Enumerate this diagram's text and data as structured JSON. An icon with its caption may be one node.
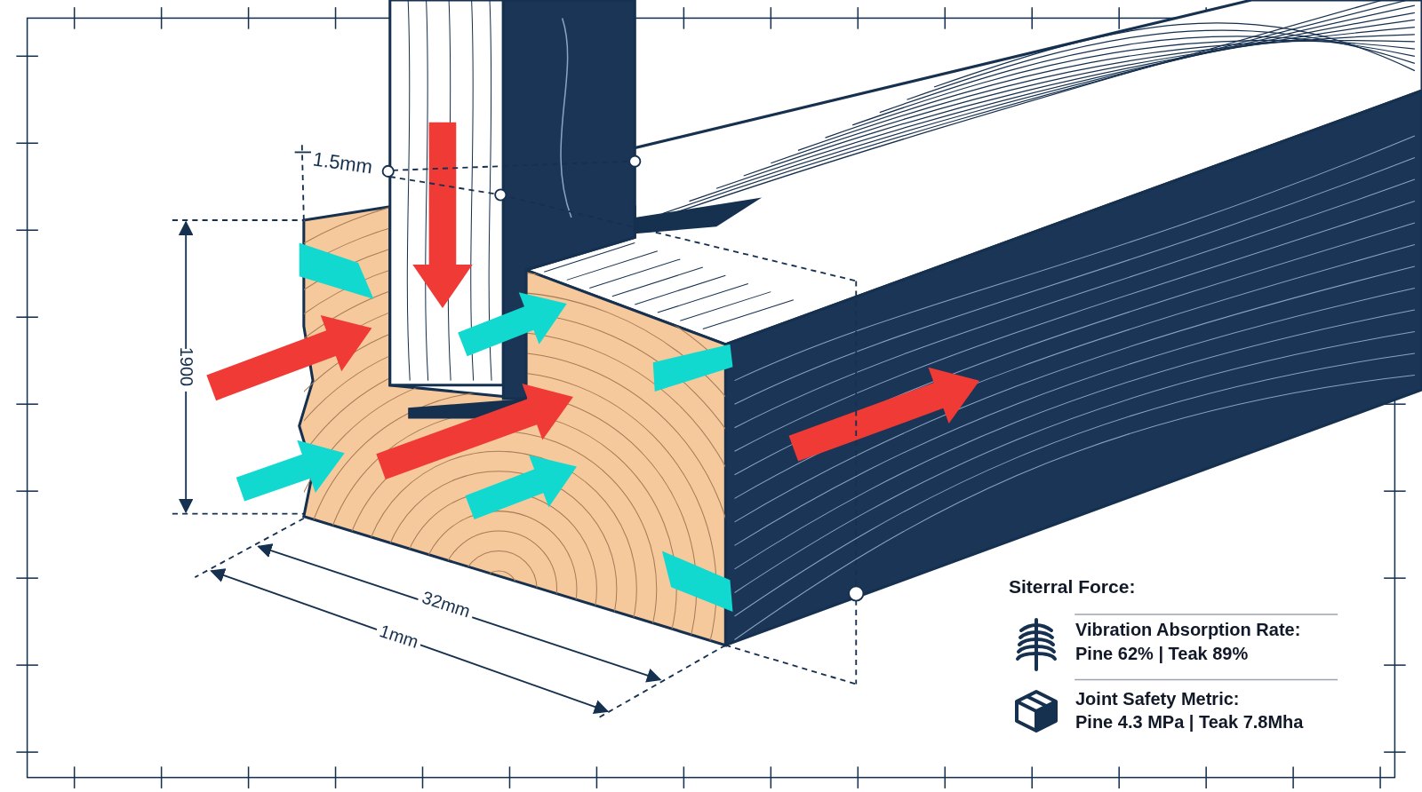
{
  "diagram": {
    "labels": [
      "1.5mm",
      "1900",
      "32mm",
      "1mm",
      "Siterral Force:",
      "Vibration Absorption Rate:",
      "Pine 62% | Teak 89%",
      "Joint Safety Metric:",
      "Pine 4.3 MPa | Teak 7.8Mha"
    ]
  }
}
